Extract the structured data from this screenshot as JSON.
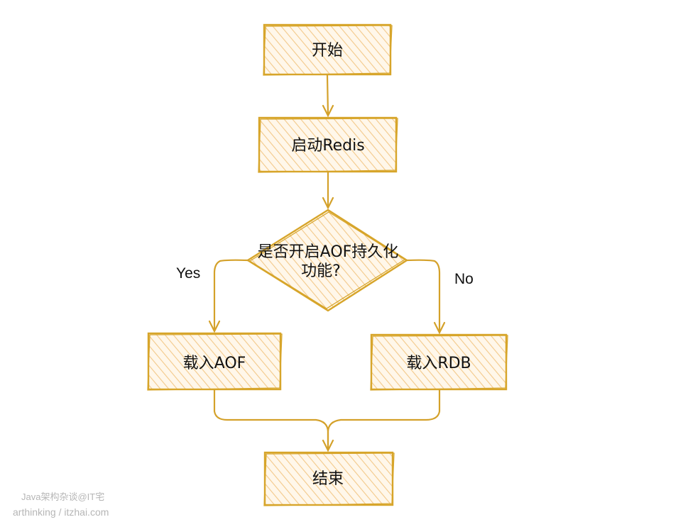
{
  "colors": {
    "stroke": "#d7a52a",
    "fill_hatch": "#f3c98a",
    "fill_bg": "#fff7ea",
    "arrow": "#d4a12a",
    "text": "#111111",
    "watermark": "#b6b6b6"
  },
  "nodes": {
    "start": "开始",
    "start_redis": "启动Redis",
    "decision_line1": "是否开启AOF持久化",
    "decision_line2": "功能?",
    "load_aof": "载入AOF",
    "load_rdb": "载入RDB",
    "end": "结束"
  },
  "edges": {
    "yes_label": "Yes",
    "no_label": "No"
  },
  "watermark": {
    "line1": "Java架构杂谈@IT宅",
    "line2": "arthinking / itzhai.com"
  }
}
